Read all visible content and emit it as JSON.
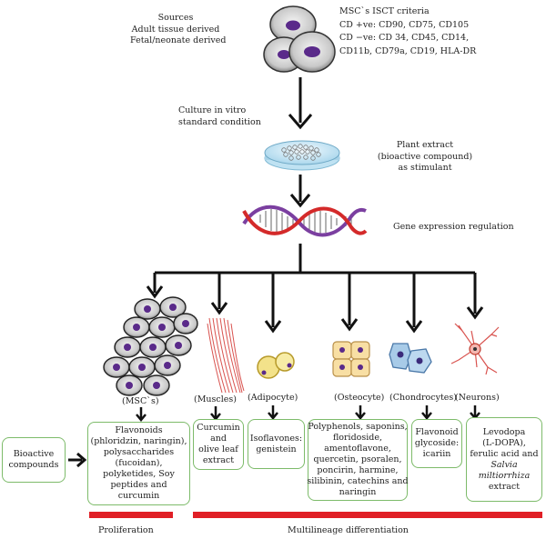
{
  "sources": {
    "title": "Sources",
    "lines": [
      "Adult tissue derived",
      "Fetal/neonate derived"
    ]
  },
  "criteria": {
    "title": "MSC`s ISCT criteria",
    "positive": "CD +ve: CD90, CD75, CD105",
    "negative": [
      "CD −ve: CD 34, CD45, CD14,",
      "CD11b, CD79a, CD19, HLA-DR"
    ]
  },
  "culture": {
    "lines": [
      "Culture in vitro",
      "standard condition"
    ]
  },
  "plant_extract": {
    "lines": [
      "Plant extract",
      "(bioactive compound)",
      "as stimulant"
    ]
  },
  "gene_expression": "Gene expression regulation",
  "cell_labels": {
    "msc": "(MSC`s)",
    "muscles": "(Muscles)",
    "adipocyte": "(Adipocyte)",
    "osteocyte": "(Osteocyte)",
    "chondrocytes": "(Chondrocytes)",
    "neurons": "(Neurons)"
  },
  "bioactive": [
    "Bioactive",
    "compounds"
  ],
  "boxes": {
    "msc": [
      "Flavonoids",
      "(phloridzin, naringin),",
      "polysaccharides",
      "(fucoidan),",
      "polyketides, Soy",
      "peptides and",
      "curcumin"
    ],
    "muscles": [
      "Curcumin",
      "and",
      "olive leaf",
      "extract"
    ],
    "adipocyte": [
      "Isoflavones:",
      "genistein"
    ],
    "osteocyte": [
      "Polyphenols, saponins,",
      "floridoside,",
      "amentoflavone,",
      "quercetin, psoralen,",
      "poncirin, harmine,",
      "silibinin, catechins and",
      "naringin"
    ],
    "chondrocytes": [
      "Flavonoid",
      "glycoside:",
      "icariin"
    ],
    "neurons": [
      "Levodopa",
      "(L-DOPA),",
      "ferulic acid and",
      "Salvia",
      "miltiorrhiza",
      "extract"
    ]
  },
  "footer": {
    "proliferation": "Proliferation",
    "differentiation": "Multilineage differentiation"
  },
  "colors": {
    "box_border": "#7dbb6a",
    "red_bar": "#e01f26",
    "dna_red": "#d42a2a",
    "dna_purple": "#7b3fa0"
  }
}
